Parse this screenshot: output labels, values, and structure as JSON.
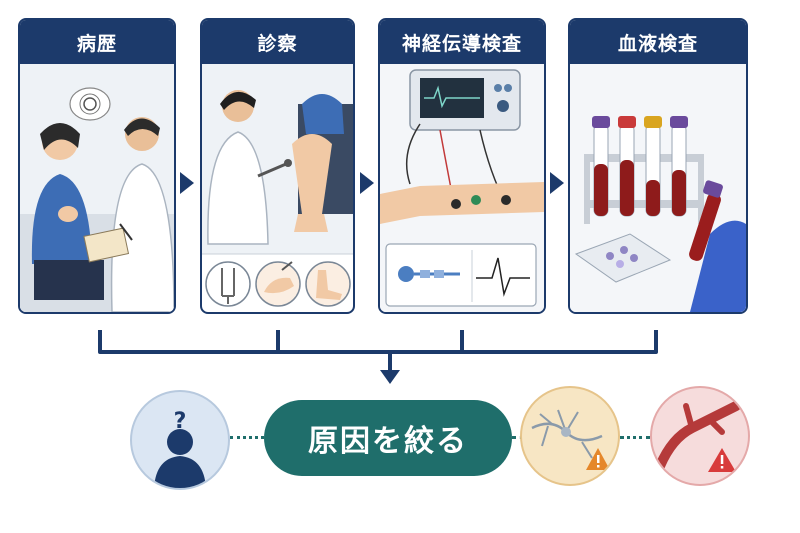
{
  "steps": [
    {
      "title": "病歴"
    },
    {
      "title": "診察"
    },
    {
      "title": "神経伝導検査"
    },
    {
      "title": "血液検査"
    }
  ],
  "conclusion": {
    "label": "原因を絞る"
  },
  "colors": {
    "navy": "#1c3a6b",
    "teal": "#1f6e6b",
    "cause_yellow": "#f7e6c4",
    "cause_red": "#f6dcdc",
    "warning_orange": "#e5872a",
    "warning_red": "#d83b3b"
  },
  "icons": [
    "question-person-icon",
    "nerve-warning-icon",
    "vessel-warning-icon"
  ]
}
